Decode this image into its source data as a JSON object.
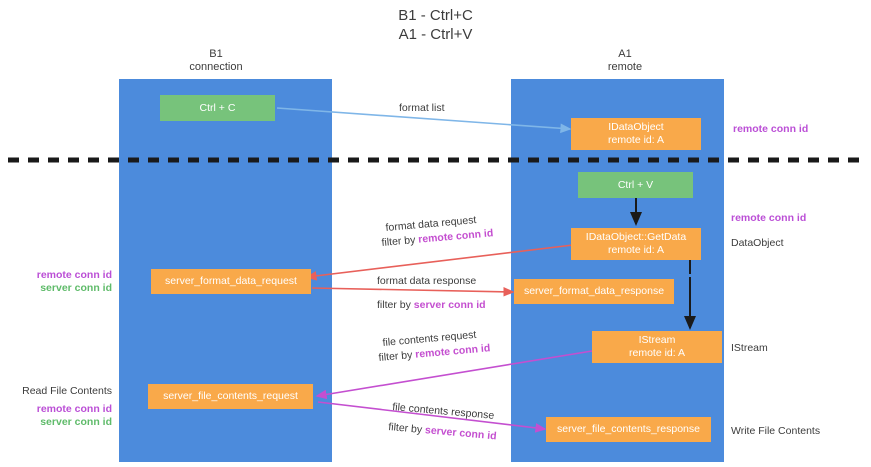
{
  "title": {
    "line1": "B1 - Ctrl+C",
    "line2": "A1 - Ctrl+V"
  },
  "lanes": [
    {
      "id": "b1",
      "name": "B1",
      "sub": "connection",
      "color": "#4c8bdc"
    },
    {
      "id": "a1",
      "name": "A1",
      "sub": "remote",
      "color": "#4c8bdc"
    }
  ],
  "nodes": {
    "ctrl_c": {
      "l1": "Ctrl + C",
      "l2": ""
    },
    "idataobject": {
      "l1": "IDataObject",
      "l2": "remote id: A"
    },
    "ctrl_v": {
      "l1": "Ctrl + V",
      "l2": ""
    },
    "getdata": {
      "l1": "IDataObject::GetData",
      "l2": "remote id: A"
    },
    "istream": {
      "l1": "IStream",
      "l2": "remote id: A"
    },
    "fmt_req": {
      "l1": "server_format_data_request",
      "l2": ""
    },
    "fmt_resp": {
      "l1": "server_format_data_response",
      "l2": ""
    },
    "file_req": {
      "l1": "server_file_contents_request",
      "l2": ""
    },
    "file_resp": {
      "l1": "server_file_contents_response",
      "l2": ""
    }
  },
  "edge_labels": {
    "format_list": "format list",
    "fmt_req_l1": "format data request",
    "fmt_req_l2_prefix": "filter by ",
    "fmt_req_l2_key": "remote conn id",
    "fmt_resp_l1": "format data response",
    "fmt_resp_l2_prefix": "filter by ",
    "fmt_resp_l2_key": "server conn id",
    "file_req_l1": "file contents request",
    "file_req_l2_prefix": "filter by ",
    "file_req_l2_key": "remote conn id",
    "file_resp_l1": "file contents response",
    "file_resp_l2_prefix": "filter by ",
    "file_resp_l2_key": "server conn id"
  },
  "side_notes": {
    "right_top_remote": "remote conn id",
    "right_mid_remote": "remote conn id",
    "right_mid_dataobject": "DataObject",
    "right_istream": "IStream",
    "right_write": "Write File Contents",
    "left_fmt_remote": "remote conn id",
    "left_fmt_server": "server conn id",
    "left_read": "Read File Contents",
    "left_file_remote": "remote conn id",
    "left_file_server": "server conn id"
  },
  "colors": {
    "lane": "#4c8bdc",
    "orange": "#f9a94a",
    "green": "#77c37b",
    "arrow_blue": "#7fb6e8",
    "arrow_red": "#e8605a",
    "arrow_magenta": "#c44fd0",
    "arrow_dark": "#1a1a1a",
    "divider": "#1a1a1a",
    "remote_key": "#bb4fd6",
    "server_key": "#5fbb6a"
  }
}
